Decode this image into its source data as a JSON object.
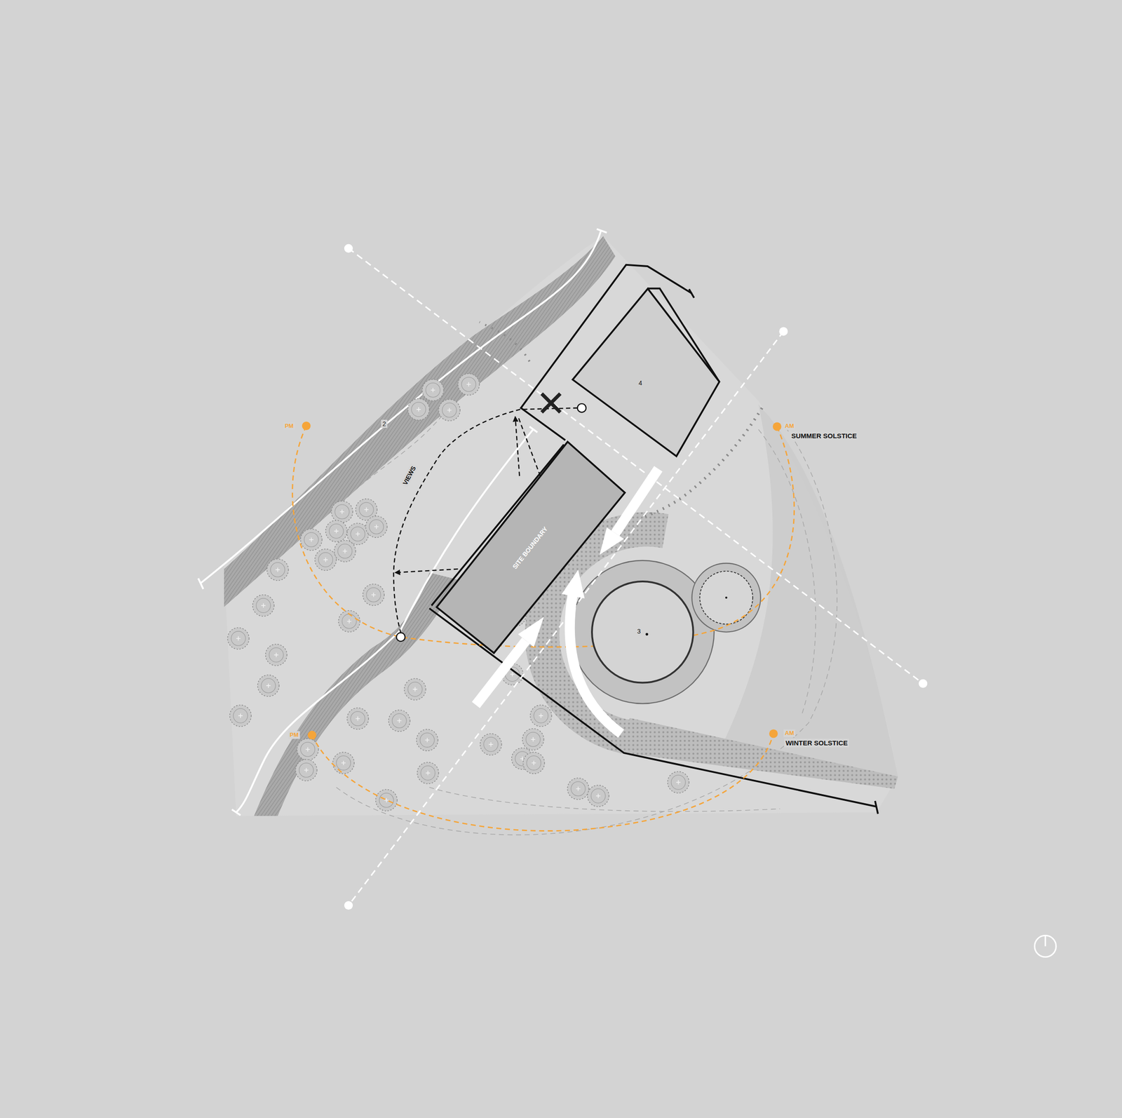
{
  "diagram": {
    "nodes": [
      {
        "text": [
          "4"
        ]
      },
      {
        "text": [
          "SITE BOUNDARY"
        ]
      },
      {
        "text": [
          "3"
        ]
      }
    ],
    "labels": [
      "2",
      "VIEWS",
      "PM",
      "AM",
      "SUMMER SOLSTICE",
      "PM",
      "AM",
      "WINTER SOLSTICE"
    ]
  }
}
